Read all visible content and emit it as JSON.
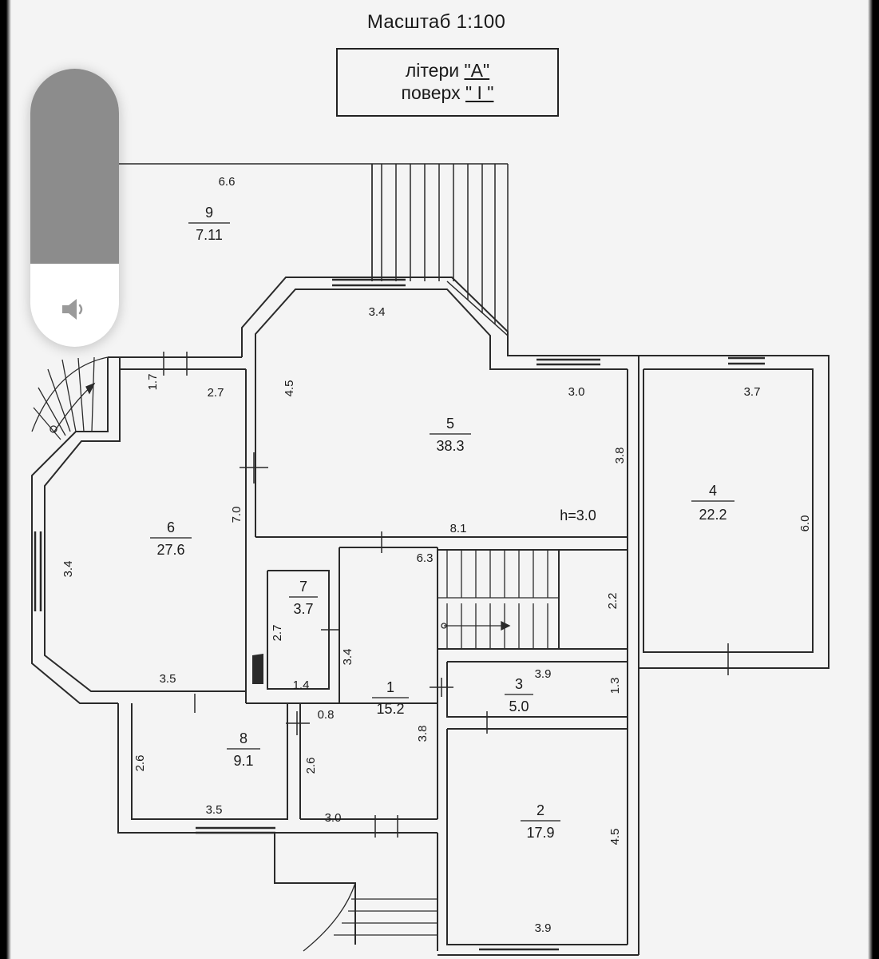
{
  "header": {
    "scale": "Масштаб 1:100",
    "litera_prefix": "літери ",
    "litera_value": "\"А\"",
    "floor_prefix": "поверх ",
    "floor_value": "\" І \""
  },
  "rooms": [
    {
      "number": "1",
      "area": "15.2"
    },
    {
      "number": "2",
      "area": "17.9"
    },
    {
      "number": "3",
      "area": "5.0"
    },
    {
      "number": "4",
      "area": "22.2"
    },
    {
      "number": "5",
      "area": "38.3"
    },
    {
      "number": "6",
      "area": "27.6"
    },
    {
      "number": "7",
      "area": "3.7"
    },
    {
      "number": "8",
      "area": "9.1"
    },
    {
      "number": "9",
      "area": "7.11"
    }
  ],
  "ceiling_height": "h=3.0",
  "dimensions": {
    "d_6_6": "6.6",
    "d_3_4_top": "3.4",
    "d_1_7": "1.7",
    "d_2_7": "2.7",
    "d_4_5": "4.5",
    "d_3_0_r5": "3.0",
    "d_3_7": "3.7",
    "d_3_8_r5": "3.8",
    "d_7_0": "7.0",
    "d_8_1": "8.1",
    "d_6_0": "6.0",
    "d_3_4_left": "3.4",
    "d_6_3": "6.3",
    "d_2_2": "2.2",
    "d_2_7_r7": "2.7",
    "d_3_4_r7": "3.4",
    "d_3_5_r6": "3.5",
    "d_1_4": "1.4",
    "d_3_9_r3": "3.9",
    "d_1_3": "1.3",
    "d_0_8": "0.8",
    "d_2_6_left": "2.6",
    "d_2_6_right": "2.6",
    "d_3_8_r1": "3.8",
    "d_3_5_r8": "3.5",
    "d_3_0_r1": "3.0",
    "d_4_5_r2": "4.5",
    "d_3_9_r2": "3.9"
  },
  "overlay": {
    "volume_level": 0.7,
    "speaker_icon": "speaker-icon"
  }
}
